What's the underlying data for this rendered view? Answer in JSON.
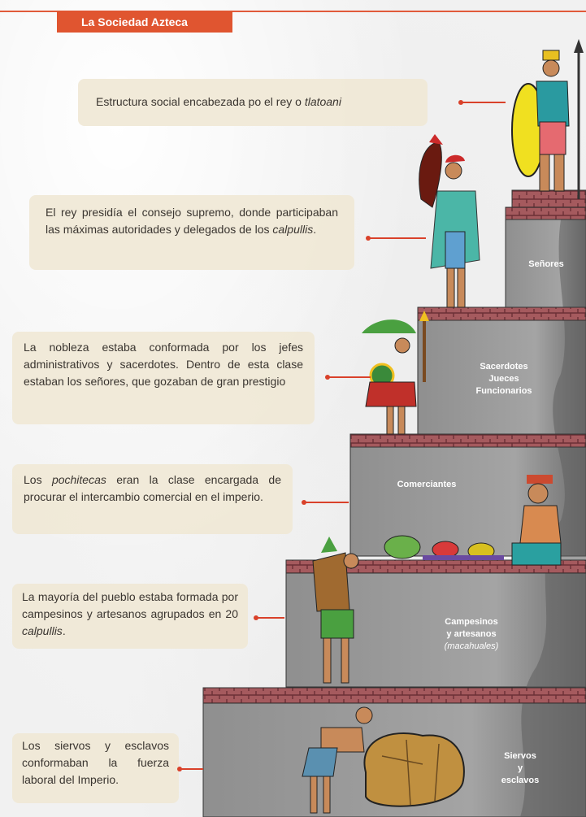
{
  "header": {
    "title": "La Sociedad Azteca"
  },
  "boxes": [
    {
      "id": "tlatoani",
      "text": "Estructura social encabezada po el rey o ",
      "italic": "tlatoani"
    },
    {
      "id": "rey",
      "text": "El rey presidía el consejo supremo, donde participaban las máximas autoridades y delegados de los ",
      "italic": "calpullis",
      "tail": "."
    },
    {
      "id": "nobleza",
      "text": "La nobleza estaba conformada por los jefes administrativos y sacerdotes. Dentro de esta clase estaban los señores, que gozaban de gran prestigio"
    },
    {
      "id": "pochtecas",
      "pre": "Los ",
      "italic": "pochitecas",
      "text": " eran la clase encargada de procurar el intercambio comercial en el imperio."
    },
    {
      "id": "pueblo",
      "text": "La mayoría del pueblo estaba formada por campesinos y artesanos agrupados en 20 ",
      "italic": "calpullis",
      "tail": "."
    },
    {
      "id": "siervos",
      "text": "Los siervos y esclavos conformaban la fuerza laboral del Imperio."
    }
  ],
  "tiers": [
    {
      "id": "senores",
      "lines": [
        "Señores"
      ]
    },
    {
      "id": "sacerdotes",
      "lines": [
        "Sacerdotes",
        "Jueces",
        "Funcionarios"
      ]
    },
    {
      "id": "comerciantes",
      "lines": [
        "Comerciantes"
      ]
    },
    {
      "id": "campesinos",
      "lines": [
        "Campesinos",
        "y artesanos"
      ],
      "italic": "(macahuales)"
    },
    {
      "id": "siervos",
      "lines": [
        "Siervos",
        "y",
        "esclavos"
      ]
    }
  ],
  "colors": {
    "accent": "#e05530",
    "step": "#9a9a9a",
    "brick": "#a8585c",
    "box": "#f0e8d6"
  }
}
